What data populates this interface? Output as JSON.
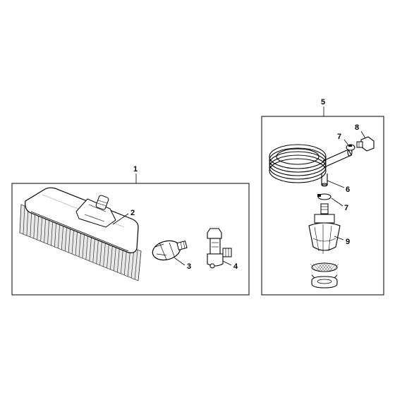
{
  "callouts": {
    "c1": "1",
    "c2": "2",
    "c3": "3",
    "c4": "4",
    "c5": "5",
    "c6": "6",
    "c7a": "7",
    "c7b": "7",
    "c8": "8",
    "c9": "9"
  },
  "colors": {
    "line": "#000000",
    "part_fill": "#ffffff",
    "shade": "#d9d9d9",
    "bristle": "#333333"
  }
}
